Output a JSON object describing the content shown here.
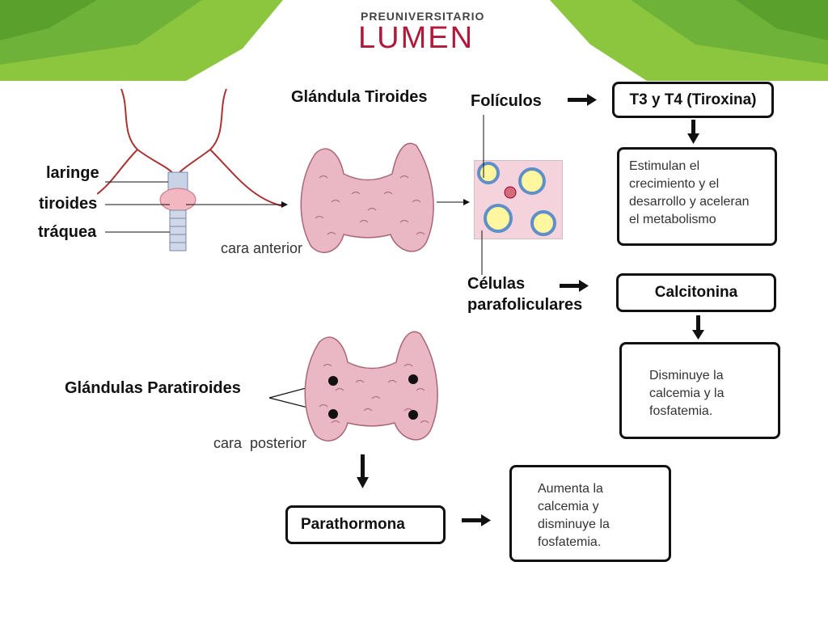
{
  "header": {
    "logo_top": "PREUNIVERSITARIO",
    "logo_main": "LUMEN",
    "colors": {
      "green_light": "#8cc63f",
      "green_dark": "#5aa02c",
      "brand_red": "#b0193a"
    }
  },
  "thyroid": {
    "title": "Glándula Tiroides",
    "neck_labels": {
      "larynx": "laringe",
      "thyroid": "tiroides",
      "trachea": "tráquea"
    },
    "front_view": "cara anterior",
    "follicles": "Folículos",
    "parafollicular": {
      "line1": "Células",
      "line2": "parafoliculares"
    }
  },
  "hormones": {
    "t3t4": "T3 y T4 (Tiroxina)",
    "t3t4_effect": [
      "Estimulan el",
      "crecimiento y el",
      "desarrollo y aceleran",
      "el metabolismo"
    ],
    "calcitonin": "Calcitonina",
    "calcitonin_effect": [
      "Disminuye la",
      "calcemia y la",
      "fosfatemia."
    ]
  },
  "parathyroid": {
    "title": "Glándulas Paratiroides",
    "back_view": "cara  posterior",
    "hormone": "Parathormona",
    "hormone_effect": [
      "Aumenta la",
      "calcemia y",
      "disminuye la",
      "fosfatemia."
    ]
  }
}
